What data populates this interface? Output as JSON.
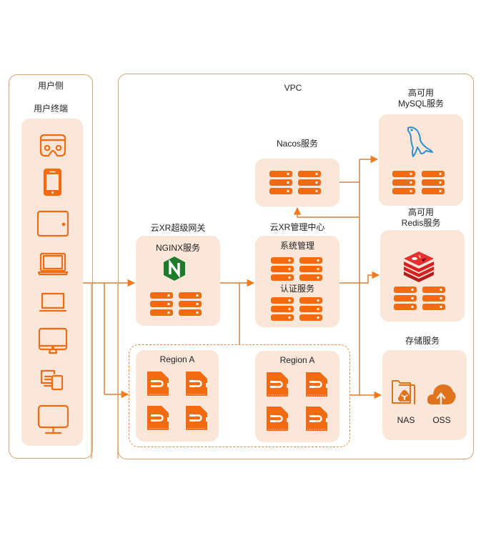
{
  "user_side": {
    "title": "用户侧",
    "subtitle": "用户终端",
    "devices": [
      "vr-headset-icon",
      "smartphone-icon",
      "tablet-icon",
      "laptop-icon",
      "notebook-icon",
      "desktop-icon",
      "multi-device-icon",
      "monitor-icon"
    ]
  },
  "vpc": {
    "title": "VPC",
    "gateway": {
      "title": "云XR超级网关",
      "service": "NGINX服务",
      "logo_letter": "N"
    },
    "nacos": {
      "title": "Nacos服务"
    },
    "management": {
      "title": "云XR管理中心",
      "system": "系统管理",
      "auth": "认证服务"
    },
    "regions": [
      {
        "label": "Region A"
      },
      {
        "label": "Region A"
      }
    ],
    "mysql": {
      "title_line1": "高可用",
      "title_line2": "MySQL服务"
    },
    "redis": {
      "title_line1": "高可用",
      "title_line2": "Redis服务"
    },
    "storage": {
      "title": "存储服务",
      "nas": "NAS",
      "oss": "OSS"
    }
  },
  "colors": {
    "accent": "#f26b10",
    "panel": "#fbe6da",
    "frame": "#d3a875",
    "line": "#e07d30",
    "nginx": "#1f7a2c",
    "mysql": "#2e8fce",
    "redis": "#d9201f"
  }
}
